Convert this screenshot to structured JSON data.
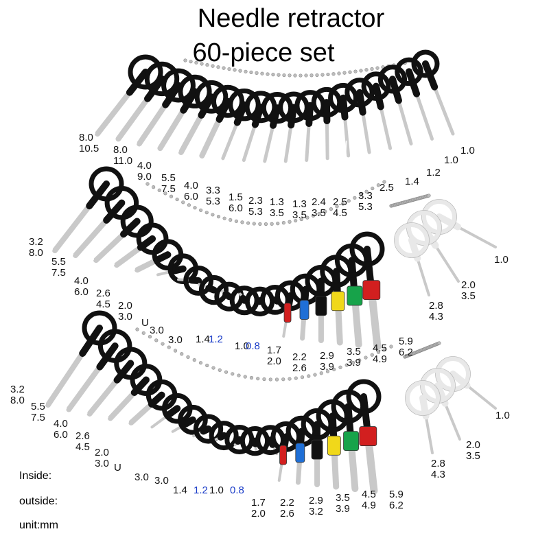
{
  "title_line1": "Needle retractor",
  "title_line2": "60-piece set",
  "legend": {
    "inside": "Inside:",
    "outside": "outside:",
    "unit": "unit:mm"
  },
  "colors": {
    "handle": "#111111",
    "metal": "#c9c9c9",
    "light_ring": "#e8e8e8",
    "red": "#d21f1f",
    "blue": "#1f6fd6",
    "black": "#111111",
    "yellow": "#f0d81a",
    "green": "#17a34a"
  },
  "row1_labels": [
    {
      "l1": "8.0",
      "l2": "10.5"
    },
    {
      "l1": "8.0",
      "l2": "11.0"
    },
    {
      "l1": "4.0",
      "l2": "9.0"
    },
    {
      "l1": "5.5",
      "l2": "7.5"
    },
    {
      "l1": "4.0",
      "l2": "6.0"
    },
    {
      "l1": "3.3",
      "l2": "5.3"
    },
    {
      "l1": "1.5",
      "l2": "6.0"
    },
    {
      "l1": "2.3",
      "l2": "5.3"
    },
    {
      "l1": "1.3",
      "l2": "3.5"
    },
    {
      "l1": "1.3",
      "l2": "3.5"
    },
    {
      "l1": "2.4",
      "l2": "3.5"
    },
    {
      "l1": "2.5",
      "l2": "4.5"
    },
    {
      "l1": "3.3",
      "l2": "5.3"
    },
    {
      "l1": "2.5",
      "l2": ""
    },
    {
      "l1": "1.4",
      "l2": ""
    },
    {
      "l1": "1.2",
      "l2": ""
    },
    {
      "l1": "1.0",
      "l2": ""
    },
    {
      "l1": "1.0",
      "l2": ""
    }
  ],
  "row2_labels": [
    {
      "l1": "3.2",
      "l2": "8.0"
    },
    {
      "l1": "5.5",
      "l2": "7.5"
    },
    {
      "l1": "4.0",
      "l2": "6.0"
    },
    {
      "l1": "2.6",
      "l2": "4.5"
    },
    {
      "l1": "2.0",
      "l2": "3.0"
    },
    {
      "l1": "U",
      "l2": ""
    },
    {
      "l1": "3.0",
      "l2": ""
    },
    {
      "l1": "3.0",
      "l2": ""
    },
    {
      "l1": "1.4",
      "l2": ""
    },
    {
      "l1": "1.2",
      "l2": "",
      "blue": true
    },
    {
      "l1": "1.0",
      "l2": ""
    },
    {
      "l1": "0.8",
      "l2": "",
      "blue": true
    },
    {
      "l1": "1.7",
      "l2": "2.0"
    },
    {
      "l1": "2.2",
      "l2": "2.6"
    },
    {
      "l1": "2.9",
      "l2": "3.9"
    },
    {
      "l1": "3.5",
      "l2": "3.9"
    },
    {
      "l1": "4.5",
      "l2": "4.9"
    },
    {
      "l1": "5.9",
      "l2": "6.2"
    }
  ],
  "row3_labels": [
    {
      "l1": "3.2",
      "l2": "8.0"
    },
    {
      "l1": "5.5",
      "l2": "7.5"
    },
    {
      "l1": "4.0",
      "l2": "6.0"
    },
    {
      "l1": "2.6",
      "l2": "4.5"
    },
    {
      "l1": "2.0",
      "l2": "3.0"
    },
    {
      "l1": "U",
      "l2": ""
    },
    {
      "l1": "3.0",
      "l2": ""
    },
    {
      "l1": "3.0",
      "l2": ""
    },
    {
      "l1": "1.4",
      "l2": ""
    },
    {
      "l1": "1.2",
      "l2": "",
      "blue": true
    },
    {
      "l1": "1.0",
      "l2": ""
    },
    {
      "l1": "0.8",
      "l2": "",
      "blue": true
    },
    {
      "l1": "1.7",
      "l2": "2.0"
    },
    {
      "l1": "2.2",
      "l2": "2.6"
    },
    {
      "l1": "2.9",
      "l2": "3.2"
    },
    {
      "l1": "3.5",
      "l2": "3.9"
    },
    {
      "l1": "4.5",
      "l2": "4.9"
    },
    {
      "l1": "5.9",
      "l2": "6.2"
    }
  ],
  "light_set_1_labels": [
    {
      "l1": "1.0",
      "l2": ""
    },
    {
      "l1": "2.0",
      "l2": "3.5"
    },
    {
      "l1": "2.8",
      "l2": "4.3"
    }
  ],
  "light_set_2_labels": [
    {
      "l1": "1.0",
      "l2": ""
    },
    {
      "l1": "2.0",
      "l2": "3.5"
    },
    {
      "l1": "2.8",
      "l2": "4.3"
    }
  ]
}
